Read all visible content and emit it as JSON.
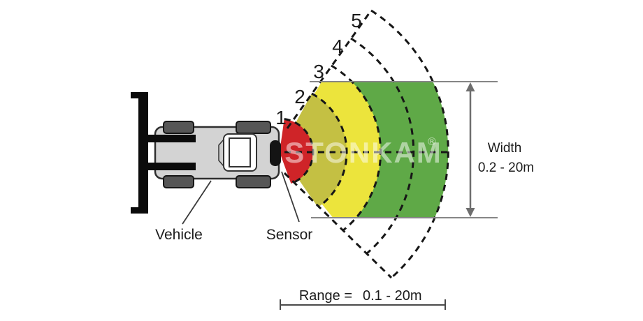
{
  "diagram": {
    "watermark": {
      "text": "STONKAM",
      "reg": "®"
    },
    "vehicle": {
      "label": "Vehicle"
    },
    "sensor": {
      "label": "Sensor"
    },
    "zones": [
      {
        "id": 1,
        "label": "1",
        "color": "#cf2428"
      },
      {
        "id": 2,
        "label": "2",
        "color": "#c4c043"
      },
      {
        "id": 3,
        "label": "3",
        "color": "#ece43c"
      },
      {
        "id": 4,
        "label": "4",
        "color": "#5fa947"
      },
      {
        "id": 5,
        "label": "5",
        "color": "#5fa947"
      }
    ],
    "width_annotation": {
      "line1": "Width",
      "line2": "0.2 - 20m"
    },
    "range_annotation": {
      "prefix": "Range =",
      "value": "0.1 - 20m"
    },
    "colors": {
      "zone_red": "#cf2428",
      "zone_olive": "#c4c043",
      "zone_yellow": "#ece43c",
      "zone_green": "#5fa947",
      "vehicle_body": "#d3d3d3",
      "wheel": "#565656",
      "fork": "#0b0b0b",
      "guide_line": "#868686"
    }
  }
}
